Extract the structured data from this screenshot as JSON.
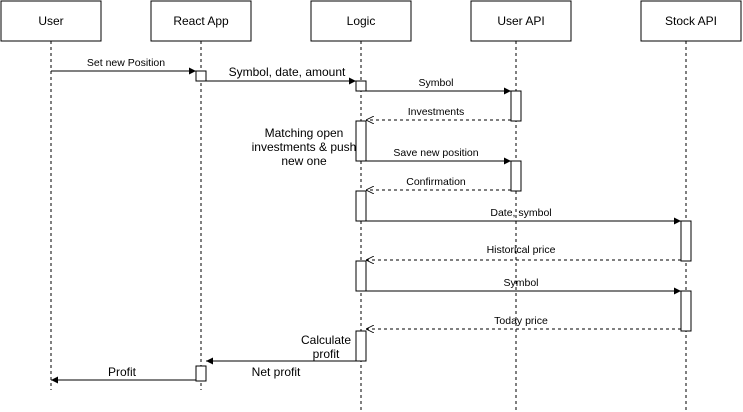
{
  "actors": [
    {
      "id": "user",
      "label": "User"
    },
    {
      "id": "react",
      "label": "React App"
    },
    {
      "id": "logic",
      "label": "Logic"
    },
    {
      "id": "userapi",
      "label": "User API"
    },
    {
      "id": "stockapi",
      "label": "Stock API"
    }
  ],
  "messages": [
    {
      "id": "m1",
      "from": "user",
      "to": "react",
      "label": "Set new Position",
      "style": "solid"
    },
    {
      "id": "m2",
      "from": "react",
      "to": "logic",
      "label": "Symbol, date, amount",
      "style": "solid"
    },
    {
      "id": "m3",
      "from": "logic",
      "to": "userapi",
      "label": "Symbol",
      "style": "solid"
    },
    {
      "id": "m4",
      "from": "userapi",
      "to": "logic",
      "label": "Investments",
      "style": "dashed"
    },
    {
      "id": "m5",
      "from": "logic",
      "to": "userapi",
      "label": "Save new position",
      "style": "solid"
    },
    {
      "id": "m6",
      "from": "userapi",
      "to": "logic",
      "label": "Confirmation",
      "style": "dashed"
    },
    {
      "id": "m7",
      "from": "logic",
      "to": "stockapi",
      "label": "Date, symbol",
      "style": "solid"
    },
    {
      "id": "m8",
      "from": "stockapi",
      "to": "logic",
      "label": "Historical price",
      "style": "dashed"
    },
    {
      "id": "m9",
      "from": "logic",
      "to": "stockapi",
      "label": "Symbol",
      "style": "solid"
    },
    {
      "id": "m10",
      "from": "stockapi",
      "to": "logic",
      "label": "Today price",
      "style": "dashed"
    },
    {
      "id": "m11",
      "from": "logic",
      "to": "react",
      "label": "Net profit",
      "style": "solid"
    },
    {
      "id": "m12",
      "from": "react",
      "to": "user",
      "label": "Profit",
      "style": "solid"
    }
  ],
  "notes": {
    "matching": [
      "Matching open",
      "investments & push",
      "new one"
    ],
    "calculate": [
      "Calculate",
      "profit"
    ]
  }
}
